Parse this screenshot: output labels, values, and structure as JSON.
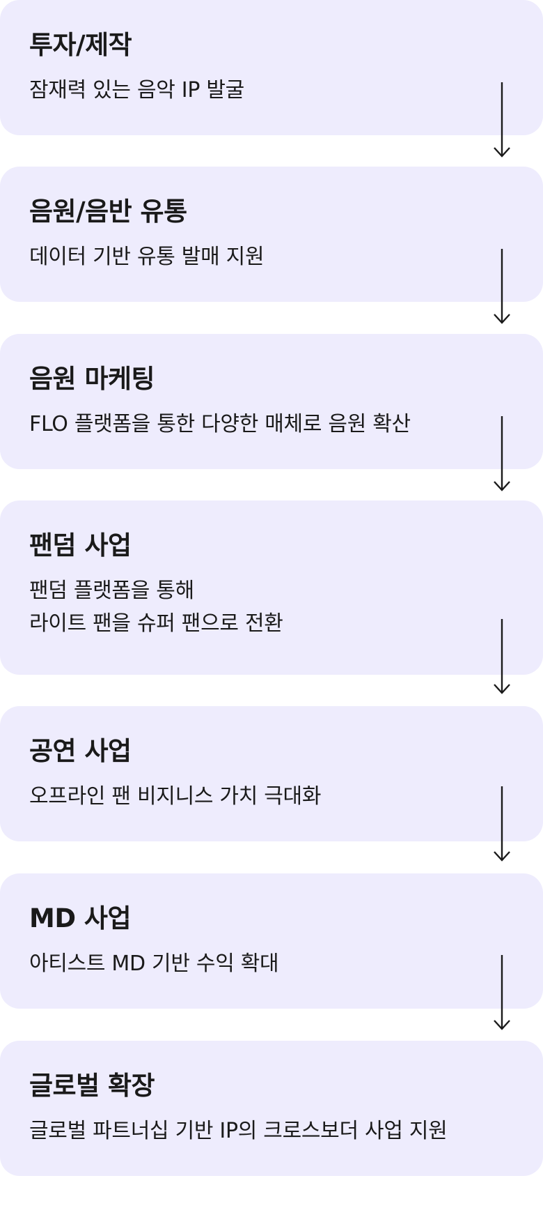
{
  "steps": [
    {
      "title": "투자/제작",
      "desc": [
        "잠재력 있는 음악 IP 발굴"
      ]
    },
    {
      "title": "음원/음반 유통",
      "desc": [
        "데이터 기반 유통 발매 지원"
      ]
    },
    {
      "title": "음원 마케팅",
      "desc": [
        "FLO 플랫폼을 통한 다양한 매체로 음원 확산"
      ]
    },
    {
      "title": "팬덤 사업",
      "desc": [
        "팬덤 플랫폼을 통해",
        "라이트 팬을 슈퍼 팬으로 전환"
      ]
    },
    {
      "title": "공연 사업",
      "desc": [
        "오프라인 팬 비지니스 가치 극대화"
      ]
    },
    {
      "title": "MD 사업",
      "desc": [
        "아티스트 MD 기반 수익 확대"
      ]
    },
    {
      "title": "글로벌 확장",
      "desc": [
        "글로벌 파트너십 기반 IP의 크로스보더 사업 지원"
      ]
    }
  ],
  "colors": {
    "card_bg": "#eeecfd",
    "text": "#1a1a1a",
    "arrow": "#1a1a1a"
  },
  "icons": {
    "connector": "arrow-down-icon"
  }
}
